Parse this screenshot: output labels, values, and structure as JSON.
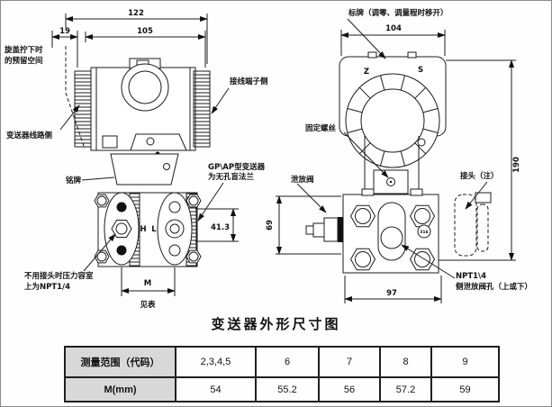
{
  "title": "变送器外形尺寸图",
  "left_view": {
    "dim_122": "122",
    "dim_19": "19",
    "dim_105": "105",
    "dim_41_3": "41.3",
    "dim_m": "M",
    "see_table": "见表",
    "label_reserved_space_line1": "旋盖拧下时",
    "label_reserved_space_line2": "的预留空间",
    "label_circuit_side": "变送器线路侧",
    "label_nameplate": "铭牌",
    "label_terminal_side": "接线端子侧",
    "label_flange_line1": "GP\\AP型变送器",
    "label_flange_line2": "为无孔盲法兰",
    "label_pressure_chamber_line1": "不用接头时压力容室",
    "label_pressure_chamber_line2": "上为NPT1/4",
    "port_high": "H",
    "port_low": "L"
  },
  "right_view": {
    "dim_104": "104",
    "dim_190": "190",
    "dim_69": "69",
    "dim_97": "97",
    "label_tag": "标牌（调零、调量程时移开）",
    "label_fixing_screw": "固定螺丝",
    "label_vent_valve": "泄放阀",
    "label_connector": "接头（注）",
    "label_side_vent_line1": "NPT1\\4",
    "label_side_vent_line2": "侧泄放阀孔（上或下）",
    "mark_z": "Z",
    "mark_s": "S",
    "mark_316": "316"
  },
  "table": {
    "rows": [
      {
        "header": "测量范围（代码）",
        "cells": [
          "2,3,4,5",
          "6",
          "7",
          "8",
          "9"
        ]
      },
      {
        "header": "M(mm)",
        "cells": [
          "54",
          "55.2",
          "56",
          "57.2",
          "59"
        ]
      }
    ]
  }
}
